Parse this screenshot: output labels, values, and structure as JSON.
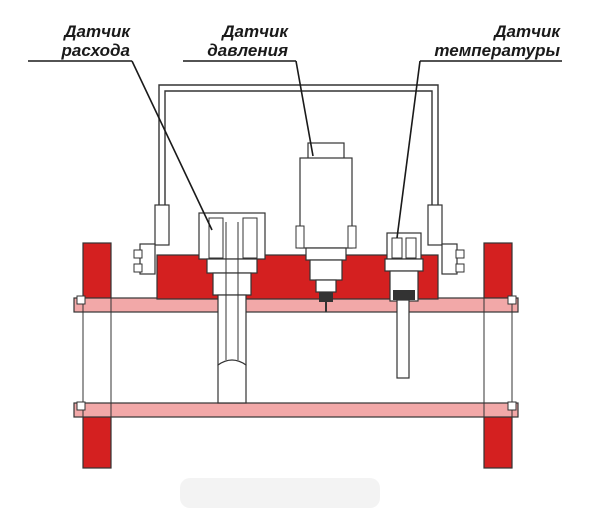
{
  "labels": {
    "flow_sensor": {
      "line1": "Датчик",
      "line2": "расхода"
    },
    "pressure_sensor": {
      "line1": "Датчик",
      "line2": "давления"
    },
    "temperature_sensor": {
      "line1": "Датчик",
      "line2": "температуры"
    }
  },
  "colors": {
    "body_red": "#d42020",
    "pipe_wall_pink": "#f2a8a8",
    "outline": "#333333",
    "sensor_fill": "#ffffff",
    "background": "#ffffff"
  }
}
